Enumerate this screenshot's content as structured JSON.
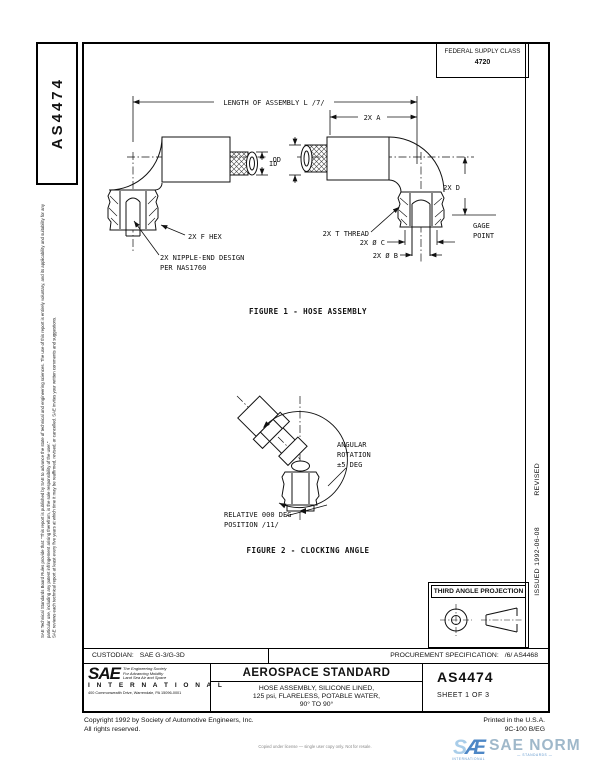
{
  "side_tab": {
    "doc_number": "AS4474"
  },
  "left_margin": {
    "line1": "SAE Technical Standards Board Rules provide that: \"This report is published by SAE to advance the state of technical and engineering sciences. The use of this report is entirely voluntary, and its applicability and suitability for any particular use, including any patent infringement arising therefrom, is the sole responsibility of the user.\"",
    "line2": "SAE reviews each technical report at least every five years at which time it may be reaffirmed, revised, or cancelled. SAE invites your written comments and suggestions."
  },
  "federal_supply_class": {
    "label": "FEDERAL SUPPLY CLASS",
    "value": "4720"
  },
  "revision_column": {
    "revised": "REVISED",
    "issued": "ISSUED  1992-06-08"
  },
  "figure1": {
    "caption": "FIGURE 1 - HOSE ASSEMBLY",
    "labels": {
      "length": "LENGTH OF ASSEMBLY L /7/",
      "two_x_a": "2X A",
      "id": "ID",
      "od": "OD",
      "two_x_d": "2X D",
      "gage1": "GAGE",
      "gage2": "POINT",
      "f_hex": "2X F HEX",
      "nipple1": "2X NIPPLE-END DESIGN",
      "nipple2": "PER NAS1760",
      "t_thread": "2X T THREAD",
      "dia_c": "2X Ø C",
      "dia_b": "2X Ø B"
    }
  },
  "figure2": {
    "caption": "FIGURE 2 - CLOCKING ANGLE",
    "labels": {
      "ang1": "ANGULAR",
      "ang2": "ROTATION",
      "ang3": "±5 DEG",
      "rel1": "RELATIVE 000 DEG",
      "rel2": "POSITION /11/"
    }
  },
  "projection_box": {
    "title": "THIRD ANGLE PROJECTION"
  },
  "custodian_row": {
    "custodian_label": "CUSTODIAN:",
    "custodian_value": "SAE G-3/G-3D",
    "procurement_label": "PROCUREMENT SPECIFICATION:",
    "procurement_value": "/6/  AS4468"
  },
  "title_block": {
    "org": {
      "name": "SAE",
      "tagline1": "The Engineering Society",
      "tagline2": "For Advancing Mobility",
      "tagline3": "Land Sea Air and Space",
      "international": "I N T E R N A T I O N A L",
      "address": "400 Commonwealth Drive, Warrendale, PA 15096-0001"
    },
    "doc_type": "AEROSPACE STANDARD",
    "title_line1": "HOSE ASSEMBLY, SILICONE LINED,",
    "title_line2": "125 psi, FLARELESS, POTABLE WATER,",
    "title_line3": "90° TO 90°",
    "doc_number": "AS4474",
    "sheet": "SHEET  1 OF 3"
  },
  "footer": {
    "copyright": "Copyright 1992 by Society of Automotive Engineers, Inc.",
    "rights": "All rights reserved.",
    "printed": "Printed in the U.S.A.",
    "print_code": "9C-100 B/EG",
    "fine_print": "Copied under license — single user copy only. Not for resale.",
    "watermark": {
      "logo_text_light": "S",
      "logo_text_dark": "Æ",
      "brand": "SAE NORM",
      "sub_left": "INTERNATIONAL",
      "sub_right": "— STANDARDS —"
    }
  },
  "colors": {
    "ink": "#111111",
    "watermark_light_blue": "#a9cde9",
    "watermark_blue": "#4d87c6",
    "watermark_gray_blue": "#9fb8ca"
  }
}
